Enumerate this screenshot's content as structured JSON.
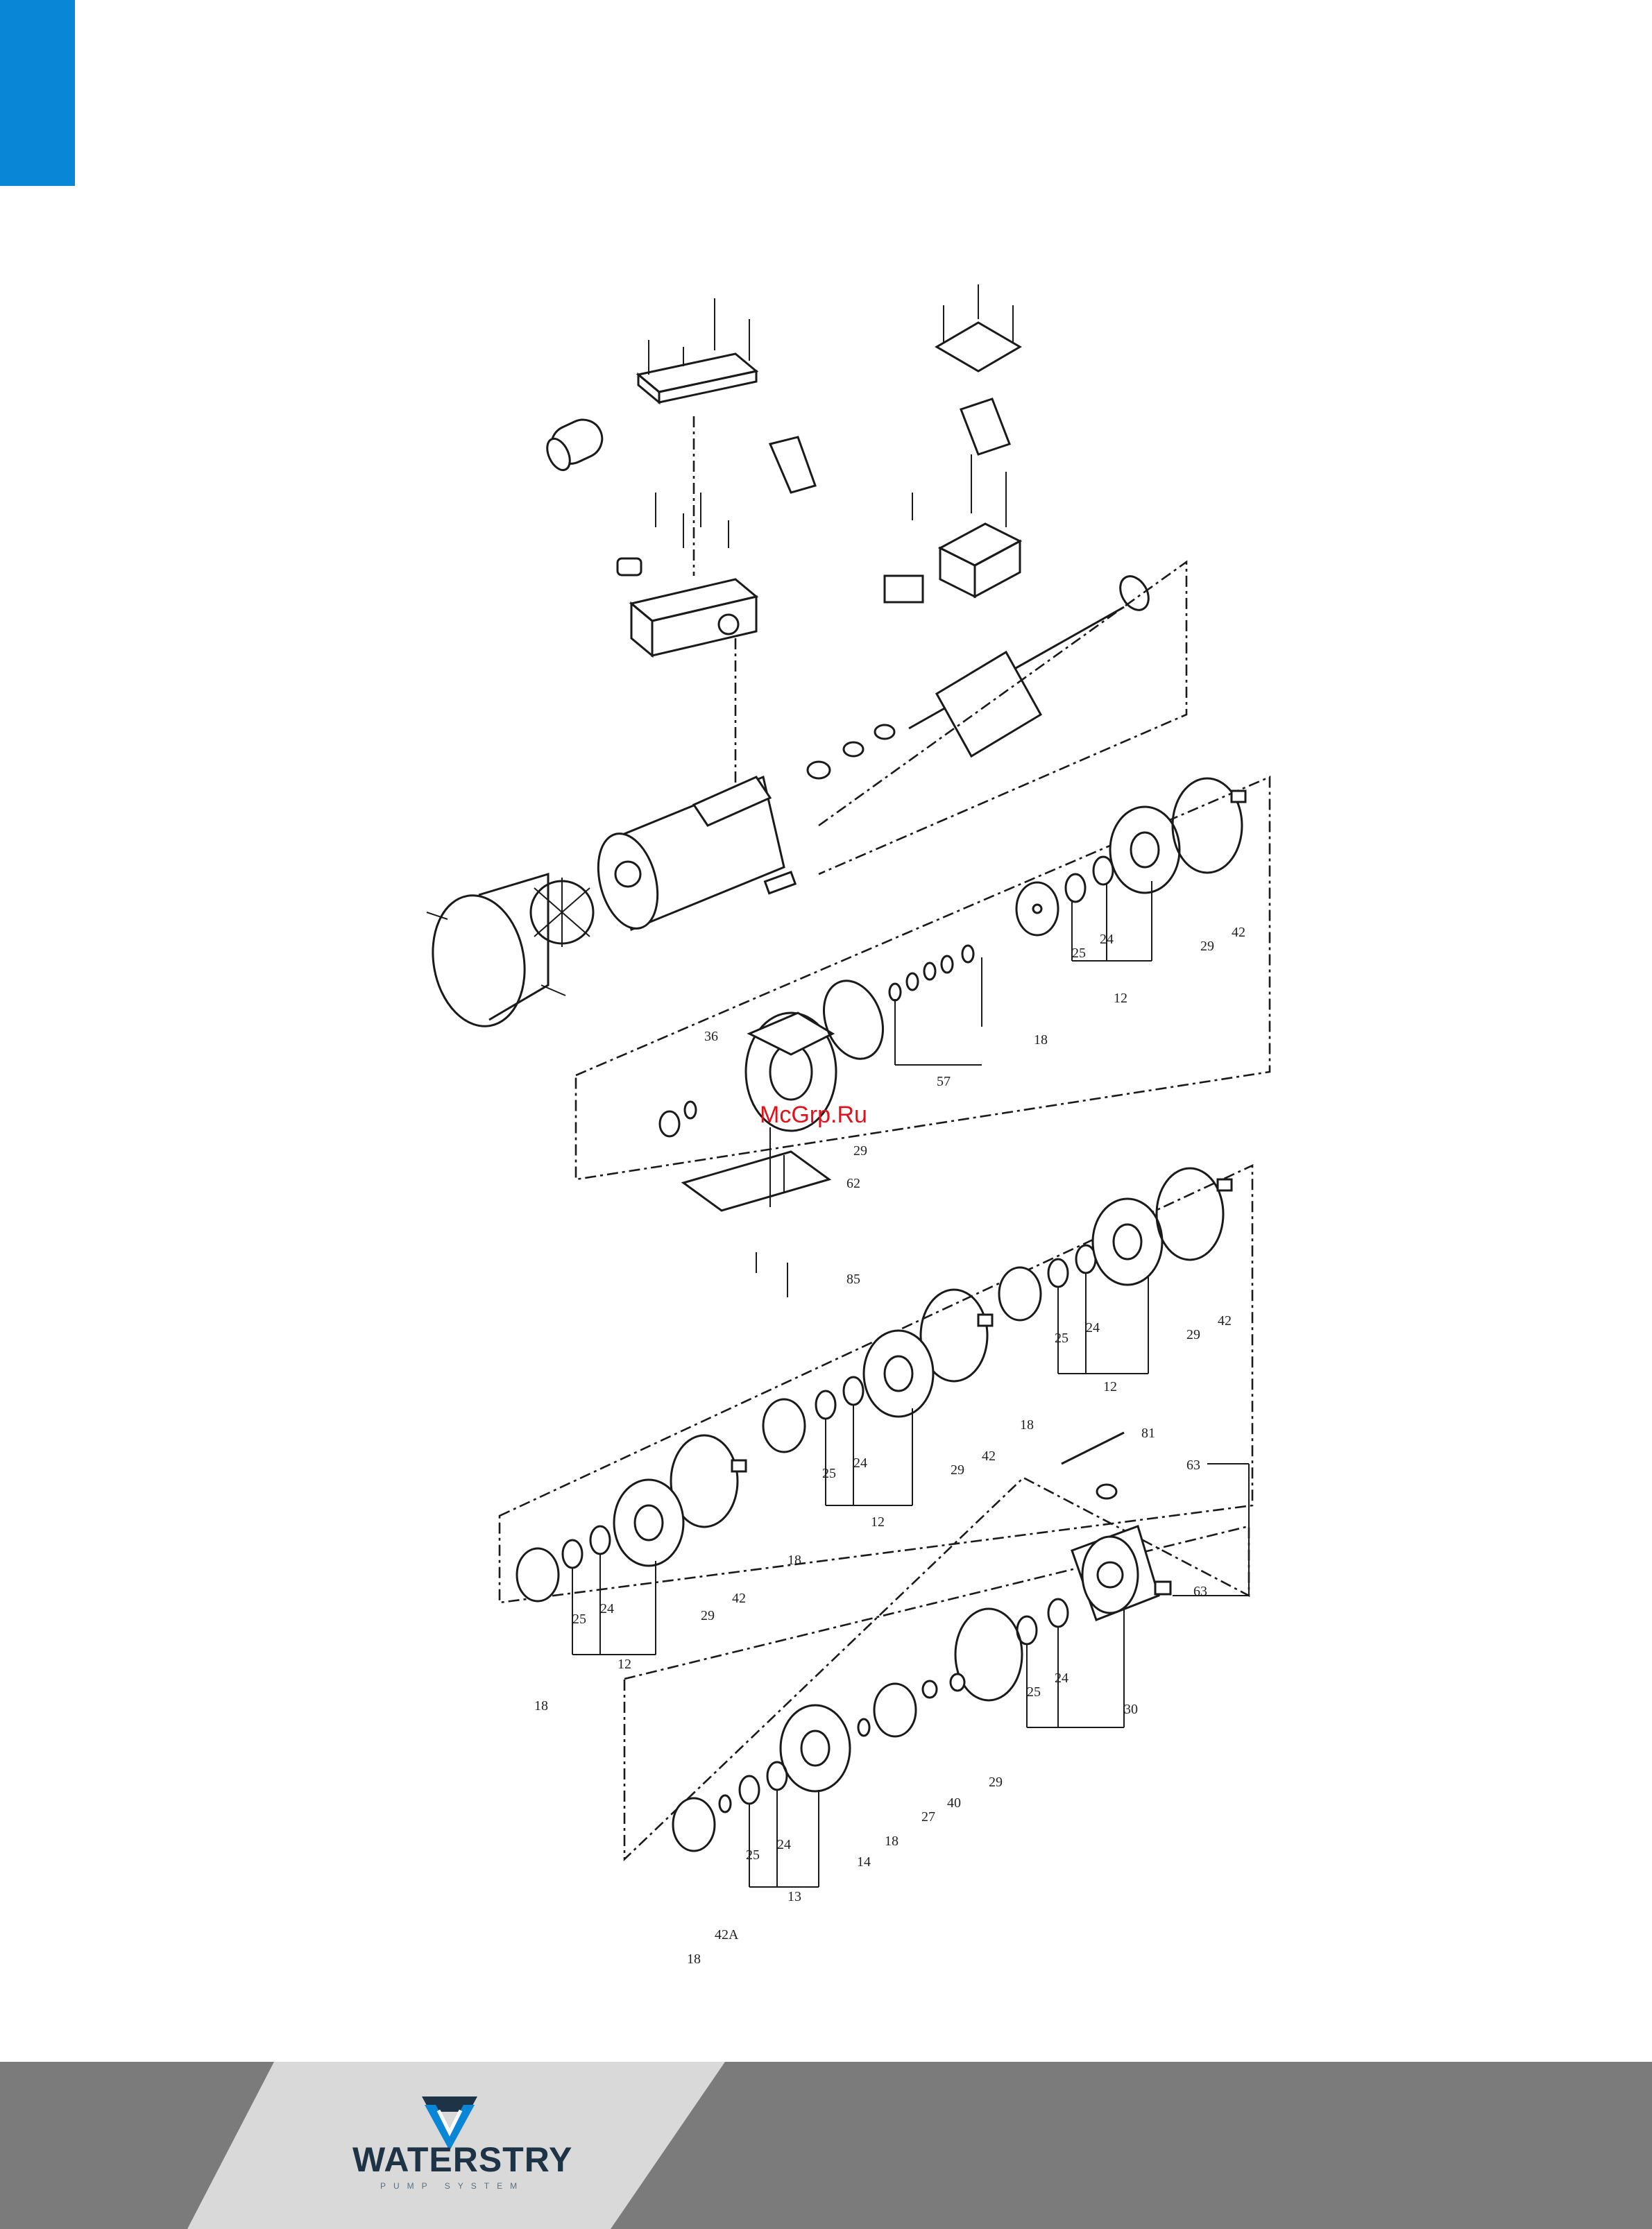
{
  "labels": {
    "l36": "36",
    "l18a": "18",
    "l25a": "25",
    "l24a": "24",
    "l12a": "12",
    "l29a": "29",
    "l42a": "42",
    "l57": "57",
    "l29b": "29",
    "l62": "62",
    "l85": "85",
    "l29c": "29",
    "l42c": "42",
    "l25c": "25",
    "l24c": "24",
    "l12c": "12",
    "l18c": "18",
    "l29d": "29",
    "l42d": "42",
    "l25d": "25",
    "l24d": "24",
    "l12d": "12",
    "l18d": "18",
    "l29e": "29",
    "l42e": "42",
    "l25e": "25",
    "l24e": "24",
    "l12e": "12",
    "l18e": "18",
    "l81": "81",
    "l63a": "63",
    "l63b": "63",
    "l30": "30",
    "l25f": "25",
    "l24f": "24",
    "l29f": "29",
    "l40": "40",
    "l27": "27",
    "l18f": "18",
    "l14": "14",
    "l24g": "24",
    "l25g": "25",
    "l13": "13",
    "l42A": "42A",
    "l18g": "18"
  },
  "watermark": "McGrp.Ru",
  "brand": {
    "name": "WATERSTRY",
    "subtitle": "PUMP SYSTEM"
  },
  "colors": {
    "accent_blue": "#0a86d6",
    "footer_dark": "#7b7b7b",
    "footer_light": "#d9d9d9",
    "watermark": "#e0121b"
  }
}
